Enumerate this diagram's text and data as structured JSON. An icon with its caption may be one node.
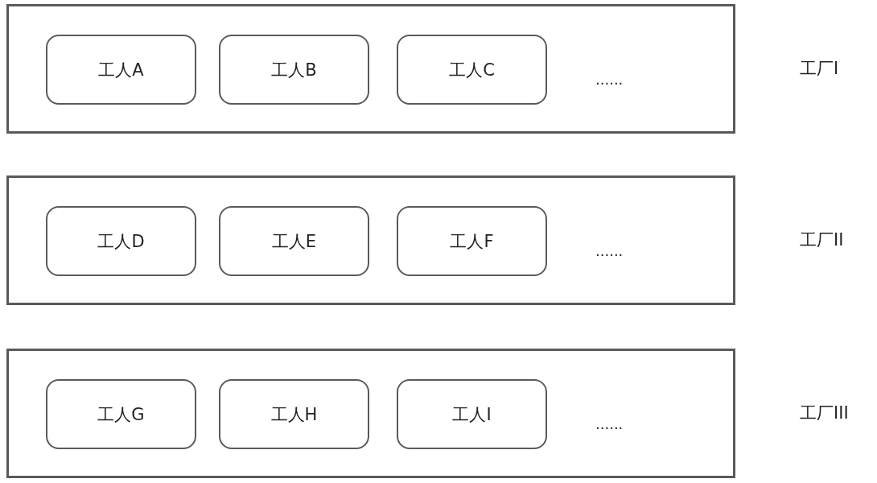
{
  "diagram": {
    "nodes": [
      {
        "text": [
          "......"
        ],
        "beside": [
          "工厂I"
        ]
      },
      {
        "text": [
          "工人A"
        ],
        "in": 0
      },
      {
        "text": [
          "工人B"
        ],
        "in": 0
      },
      {
        "text": [
          "工人C"
        ],
        "in": 0
      },
      {
        "text": [
          "......"
        ],
        "beside": [
          "工厂II"
        ]
      },
      {
        "text": [
          "工人D"
        ],
        "in": 4
      },
      {
        "text": [
          "工人E"
        ],
        "in": 4
      },
      {
        "text": [
          "工人F"
        ],
        "in": 4
      },
      {
        "text": [
          "......"
        ],
        "beside": [
          "工厂III"
        ]
      },
      {
        "text": [
          "工人G"
        ],
        "in": 8
      },
      {
        "text": [
          "工人H"
        ],
        "in": 8
      },
      {
        "text": [
          "工人I"
        ],
        "in": 8
      }
    ]
  }
}
